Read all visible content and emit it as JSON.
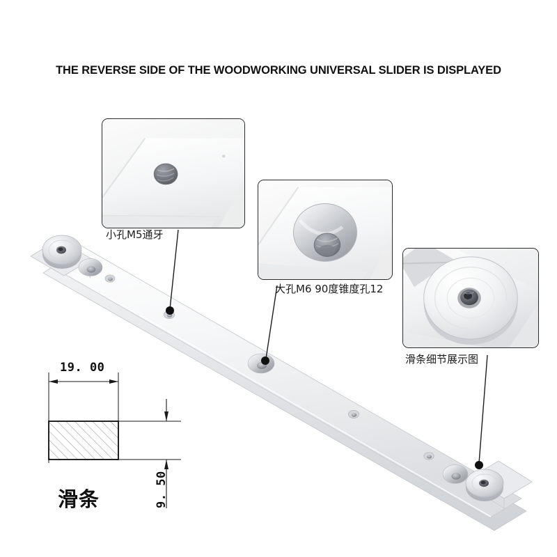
{
  "page": {
    "background_color": "#ffffff",
    "title": "THE REVERSE SIDE OF THE WOODWORKING UNIVERSAL SLIDER IS DISPLAYED"
  },
  "product": {
    "name": "Woodworking Universal Slider (T-track slide bar)",
    "view": "reverse side, angled isometric photo",
    "material_color": "#e9eaec",
    "accent_dark": "#1b1b1b",
    "features": [
      {
        "id": "end-cap-top",
        "type": "round-disc-end-stop",
        "note": "disc with center hex screw"
      },
      {
        "id": "countersink-1",
        "type": "countersunk-hole"
      },
      {
        "id": "small-hole-1",
        "type": "small-through-hole"
      },
      {
        "id": "small-hole-2",
        "type": "small-through-hole"
      },
      {
        "id": "countersink-2",
        "type": "countersunk-hole"
      },
      {
        "id": "small-hole-3",
        "type": "small-through-hole"
      },
      {
        "id": "small-hole-4",
        "type": "small-through-hole"
      },
      {
        "id": "countersink-3",
        "type": "countersunk-hole"
      },
      {
        "id": "end-cap-bottom",
        "type": "round-disc-end-stop",
        "note": "disc with center hex screw"
      }
    ]
  },
  "callouts": [
    {
      "id": "callout-small-hole",
      "label": "小孔M5通牙",
      "detail": "threaded M5 through hole on the slider face"
    },
    {
      "id": "callout-large-hole",
      "label": "大孔M6 90度锥度孔12",
      "detail": "countersunk M6 hole, 90 degree taper, 12"
    },
    {
      "id": "callout-slider-detail",
      "label": "滑条细节展示图",
      "detail": "close-up of the round disc end stop with center screw"
    }
  ],
  "section_drawing": {
    "part_label": "滑条",
    "width_dimension": "19. 00",
    "height_dimension": "9. 50",
    "hatch": "45-degree section hatch",
    "outline_color": "#111111"
  }
}
